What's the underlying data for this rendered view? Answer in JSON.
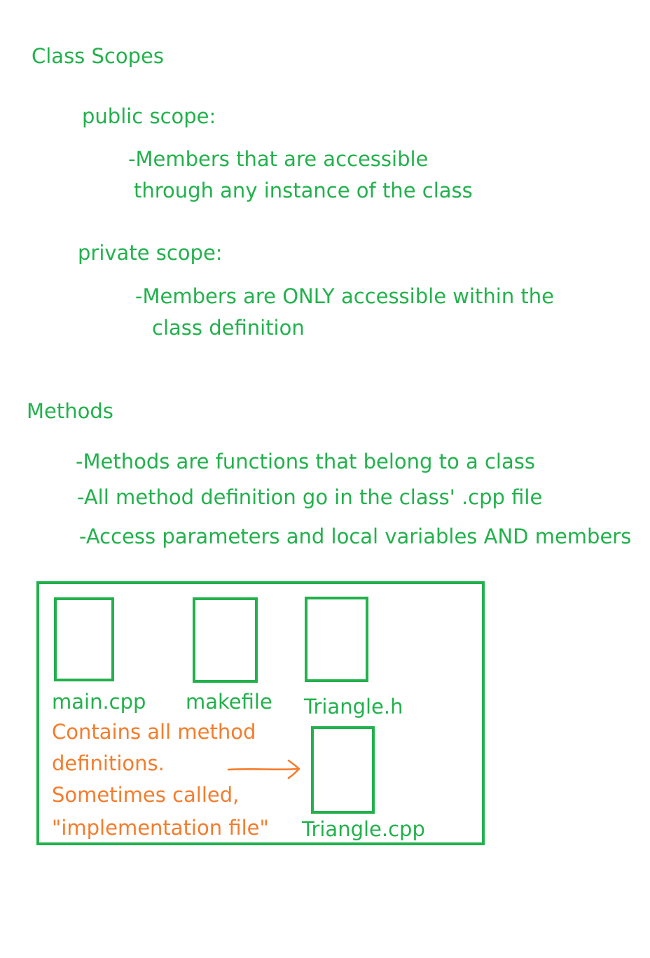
{
  "notes": {
    "class_scopes": {
      "heading": "Class Scopes",
      "public_label": "public scope:",
      "public_desc_line1": "-Members that are accessible",
      "public_desc_line2": "through any instance of the class",
      "private_label": "private scope:",
      "private_desc_line1": "-Members are ONLY accessible within the",
      "private_desc_line2": "class definition"
    },
    "methods": {
      "heading": "Methods",
      "bullet1": "-Methods are functions that belong to a class",
      "bullet2": "-All method definition go in the class' .cpp file",
      "bullet3": "-Access parameters and local variables AND members"
    }
  },
  "project_diagram": {
    "files": {
      "main": "main.cpp",
      "makefile": "makefile",
      "header": "Triangle.h",
      "impl": "Triangle.cpp"
    },
    "annotation": {
      "line1": "Contains all method",
      "line2": "definitions.",
      "line3": "Sometimes called,",
      "line4": "\"implementation file\""
    }
  },
  "colors": {
    "green": "#22b14c",
    "orange": "#f47c2c",
    "background": "#ffffff"
  }
}
